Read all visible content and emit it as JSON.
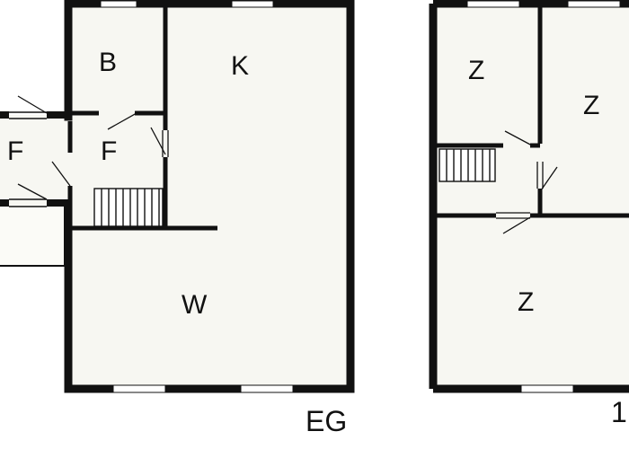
{
  "plan": {
    "ground_floor": {
      "floor_label": "EG",
      "rooms": {
        "bath": "B",
        "kitchen": "K",
        "hall_outer": "F",
        "hall_inner": "F",
        "living": "W"
      }
    },
    "upper_floor": {
      "floor_label": "1",
      "rooms": {
        "room_1": "Z",
        "room_2": "Z",
        "room_3": "Z"
      }
    },
    "colors": {
      "wall": "#111111",
      "floor_fill": "#f7f7f2",
      "window": "#ffffff",
      "background": "#ffffff"
    }
  }
}
